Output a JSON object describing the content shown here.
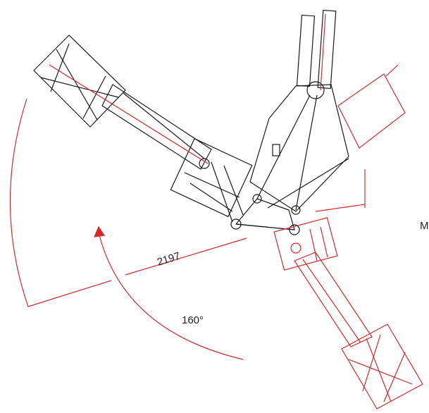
{
  "labels": {
    "reach_dimension": "2197",
    "swing_angle": "160°",
    "right_edge_text": "M"
  },
  "colors": {
    "line_black": "#1a1a1a",
    "accent_red": "#d42a2a"
  }
}
